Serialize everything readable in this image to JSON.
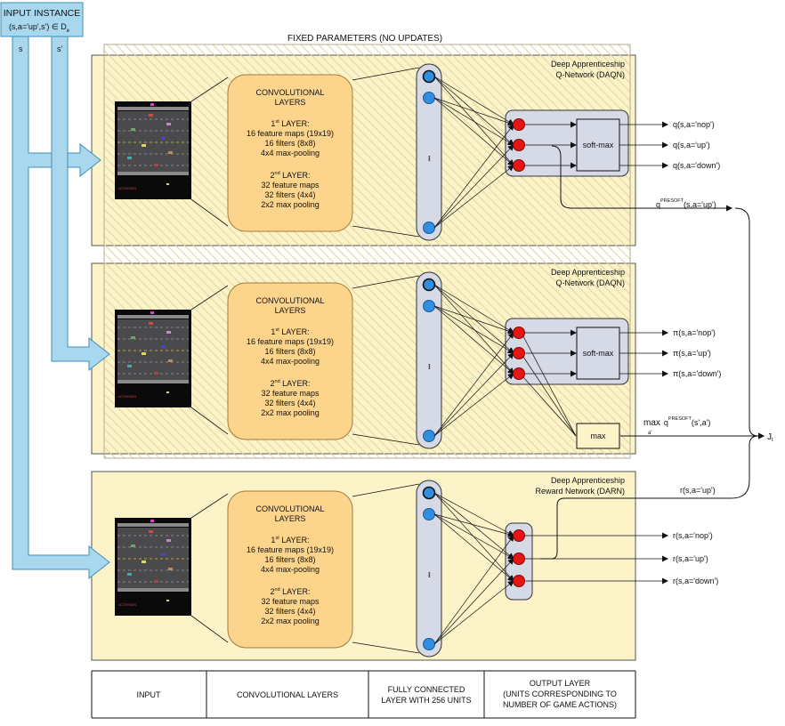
{
  "input_instance": {
    "title": "INPUT INSTANCE",
    "formula": "(s,a='up',s') ∈ D",
    "subscript": "e",
    "s_label": "s",
    "s_prime_label": "s'"
  },
  "fixed_parameters": "FIXED PARAMETERS (NO UPDATES)",
  "networks": [
    {
      "title_line1": "Deep Apprenticeship",
      "title_line2": "Q-Network (DAQN)",
      "conv": {
        "title1": "CONVOLUTIONAL",
        "title2": "LAYERS",
        "l1_num": "1",
        "l1_sup": "st",
        "l1_rest": " LAYER:",
        "l1_a": "16 feature maps (19x19)",
        "l1_b": "16 filters (8x8)",
        "l1_c": "4x4 max-pooling",
        "l2_num": "2",
        "l2_sup": "nd",
        "l2_rest": " LAYER:",
        "l2_a": "32 feature maps",
        "l2_b": "32 filters (4x4)",
        "l2_c": "2x2 max pooling"
      },
      "dots": "•••",
      "softmax": "soft-max",
      "outputs": [
        "q(s,a='nop')",
        "q(s,a='up')",
        "q(s,a='down')"
      ]
    },
    {
      "title_line1": "Deep Apprenticeship",
      "title_line2": "Q-Network (DAQN)",
      "conv": {
        "title1": "CONVOLUTIONAL",
        "title2": "LAYERS",
        "l1_num": "1",
        "l1_sup": "st",
        "l1_rest": " LAYER:",
        "l1_a": "16 feature maps (19x19)",
        "l1_b": "16 filters (8x8)",
        "l1_c": "4x4 max-pooling",
        "l2_num": "2",
        "l2_sup": "nd",
        "l2_rest": " LAYER:",
        "l2_a": "32 feature maps",
        "l2_b": "32 filters (4x4)",
        "l2_c": "2x2 max pooling"
      },
      "dots": "•••",
      "softmax": "soft-max",
      "max": "max",
      "outputs": [
        "π(s,a='nop')",
        "π(s,a='up')",
        "π(s,a='down')"
      ]
    },
    {
      "title_line1": "Deep Apprenticeship",
      "title_line2": "Reward Network (DARN)",
      "conv": {
        "title1": "CONVOLUTIONAL",
        "title2": "LAYERS",
        "l1_num": "1",
        "l1_sup": "st",
        "l1_rest": " LAYER:",
        "l1_a": "16 feature maps (19x19)",
        "l1_b": "16 filters (8x8)",
        "l1_c": "4x4 max-pooling",
        "l2_num": "2",
        "l2_sup": "nd",
        "l2_rest": " LAYER:",
        "l2_a": "32 feature maps",
        "l2_b": "32 filters (4x4)",
        "l2_c": "2x2 max pooling"
      },
      "dots": "•••",
      "outputs": [
        "r(s,a='nop')",
        "r(s,a='up')",
        "r(s,a='down')"
      ]
    }
  ],
  "q_presoft": {
    "q": "q",
    "sup": "PRESOFT",
    "arg": "(s,a='up')"
  },
  "max_q": {
    "max": "max",
    "sub": "a'",
    "q": "q",
    "sup": "PRESOFT",
    "arg": "(s',a')"
  },
  "r_up": "r(s,a='up')",
  "j_label": "J",
  "j_sub": "t",
  "game_footer": "ACTIVISION",
  "footer": {
    "input": "INPUT",
    "conv": "CONVOLUTIONAL LAYERS",
    "fc": [
      "FULLY CONNECTED",
      "LAYER WITH 256 UNITS"
    ],
    "out": [
      "OUTPUT LAYER",
      "(UNITS CORRESPONDING TO",
      "NUMBER OF GAME ACTIONS)"
    ]
  },
  "colors": {
    "panel": "#fcf3c9",
    "conv": "#fdd48c",
    "fc": "#d6d9e6",
    "node_blue": "#2f8ee0",
    "node_red": "#e81515",
    "arrow_blue": "#a9d8ee",
    "hatch": "#e2d6a3"
  }
}
